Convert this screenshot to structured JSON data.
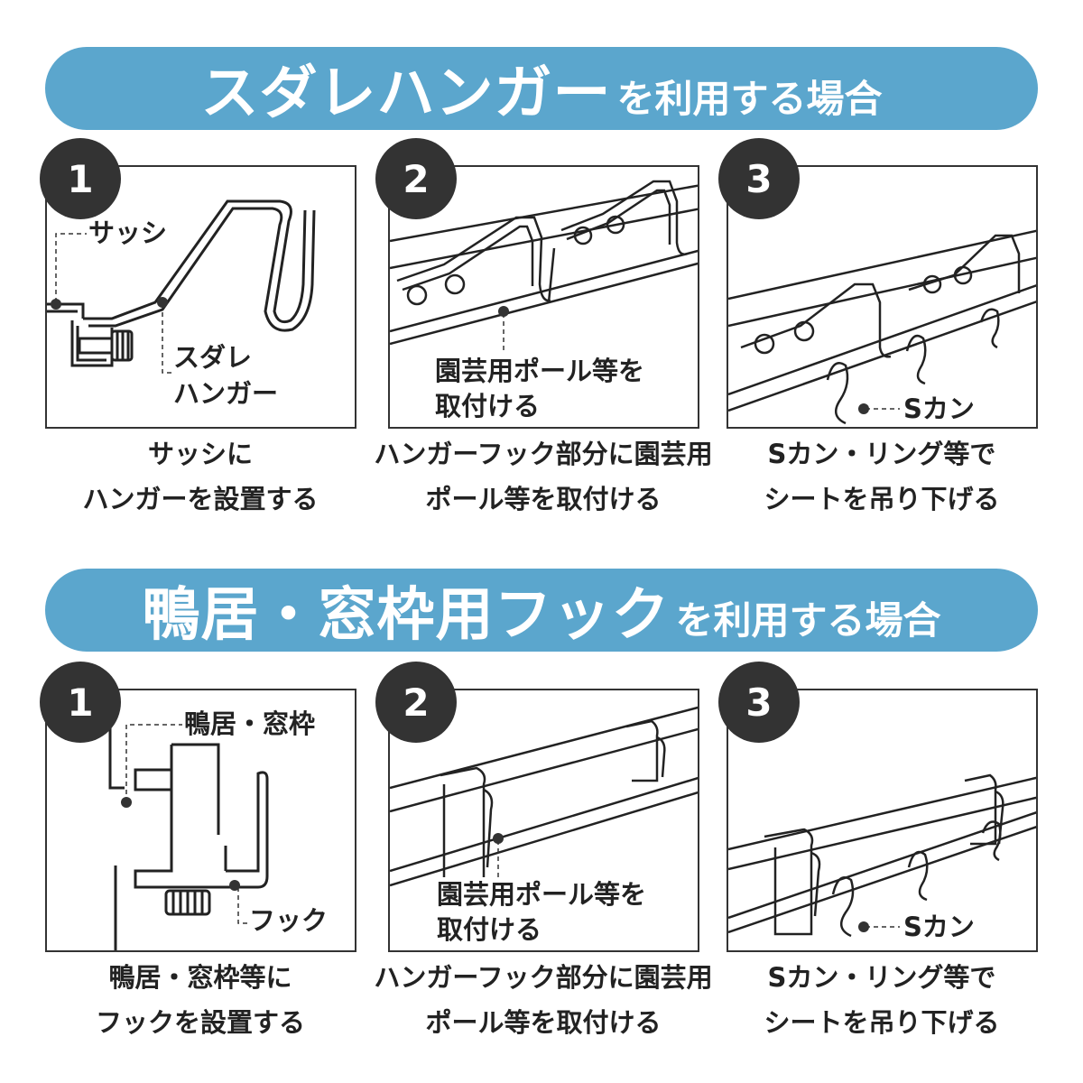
{
  "sections": [
    {
      "banner": {
        "main": "スダレハンガー",
        "suffix": "を利用する場合"
      },
      "steps": [
        {
          "number": "1",
          "labels": [
            "サッシ",
            "スダレ",
            "ハンガー"
          ],
          "caption": [
            "サッシに",
            "ハンガーを設置する"
          ]
        },
        {
          "number": "2",
          "labels": [
            "園芸用ポール等を",
            "取付ける"
          ],
          "caption": [
            "ハンガーフック部分に園芸用",
            "ポール等を取付ける"
          ]
        },
        {
          "number": "3",
          "labels": [
            "Sカン"
          ],
          "caption": [
            "Sカン・リング等で",
            "シートを吊り下げる"
          ]
        }
      ]
    },
    {
      "banner": {
        "main": "鴨居・窓枠用フック",
        "suffix": "を利用する場合"
      },
      "steps": [
        {
          "number": "1",
          "labels": [
            "鴨居・窓枠",
            "フック"
          ],
          "caption": [
            "鴨居・窓枠等に",
            "フックを設置する"
          ]
        },
        {
          "number": "2",
          "labels": [
            "園芸用ポール等を",
            "取付ける"
          ],
          "caption": [
            "ハンガーフック部分に園芸用",
            "ポール等を取付ける"
          ]
        },
        {
          "number": "3",
          "labels": [
            "Sカン"
          ],
          "caption": [
            "Sカン・リング等で",
            "シートを吊り下げる"
          ]
        }
      ]
    }
  ],
  "colors": {
    "banner": "#5ba6cd",
    "badge": "#333333",
    "line": "#222222"
  }
}
